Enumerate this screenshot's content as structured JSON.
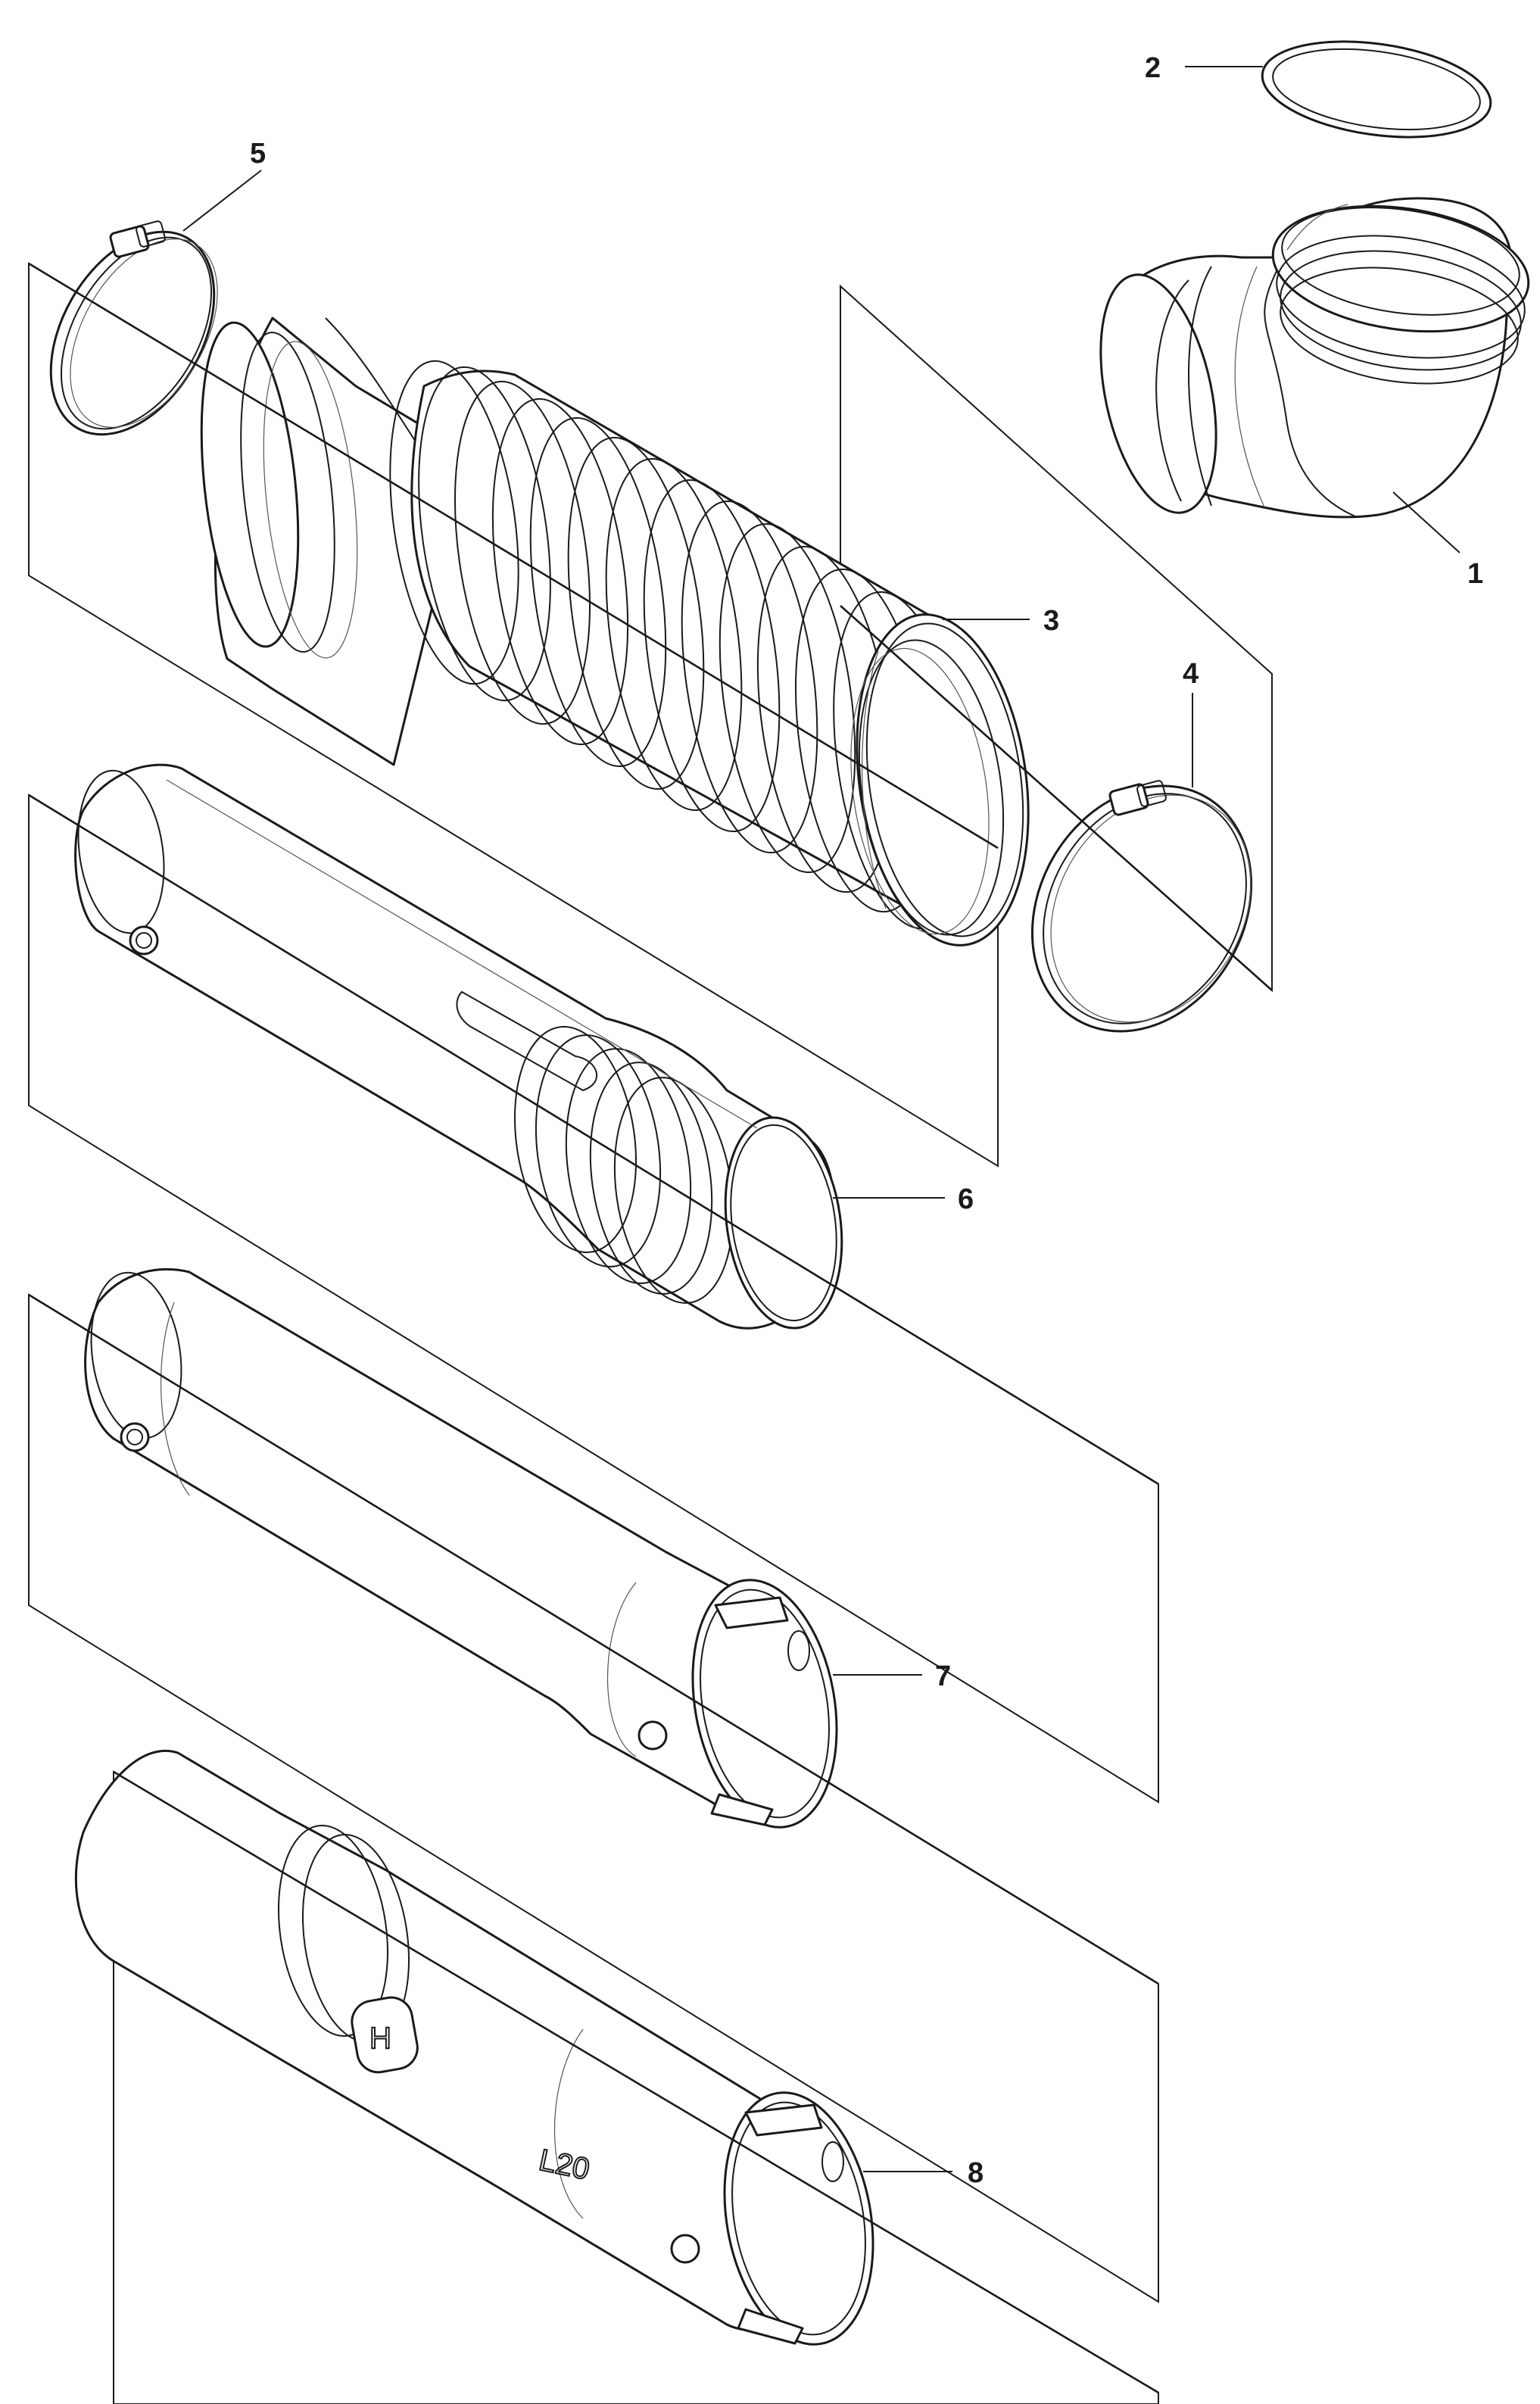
{
  "callouts": [
    {
      "id": "1",
      "label": "1"
    },
    {
      "id": "2",
      "label": "2"
    },
    {
      "id": "3",
      "label": "3"
    },
    {
      "id": "4",
      "label": "4"
    },
    {
      "id": "5",
      "label": "5"
    },
    {
      "id": "6",
      "label": "6"
    },
    {
      "id": "7",
      "label": "7"
    },
    {
      "id": "8",
      "label": "8"
    }
  ],
  "tube_marking": "L20",
  "logo_letter": "H"
}
